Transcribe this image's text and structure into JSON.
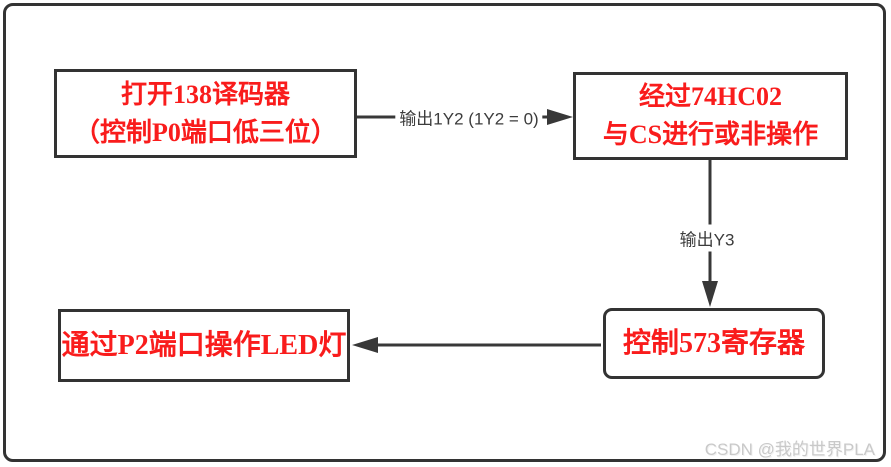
{
  "diagram": {
    "nodes": [
      {
        "name": "open-138-decoder",
        "lines": [
          "打开138译码器",
          "（控制P0端口低三位）"
        ]
      },
      {
        "name": "nor-with-74hc02",
        "lines": [
          "经过74HC02",
          "与CS进行或非操作"
        ]
      },
      {
        "name": "control-573-register",
        "lines": [
          "控制573寄存器"
        ]
      },
      {
        "name": "operate-led-via-p2",
        "lines": [
          "通过P2端口操作LED灯"
        ]
      }
    ],
    "edges": [
      {
        "from": "open-138-decoder",
        "to": "nor-with-74hc02",
        "label": "输出1Y2 (1Y2 = 0)",
        "direction": "right"
      },
      {
        "from": "nor-with-74hc02",
        "to": "control-573-register",
        "label": "输出Y3",
        "direction": "down"
      },
      {
        "from": "control-573-register",
        "to": "operate-led-via-p2",
        "label": "",
        "direction": "left"
      }
    ],
    "colors": {
      "node_text": "#f91c1c",
      "node_border": "#333333",
      "edge": "#383838",
      "edge_label": "#3c3c3c",
      "frame": "#333333",
      "watermark": "#c9c9c9"
    }
  },
  "watermark": {
    "text": "CSDN @我的世界PLA"
  }
}
